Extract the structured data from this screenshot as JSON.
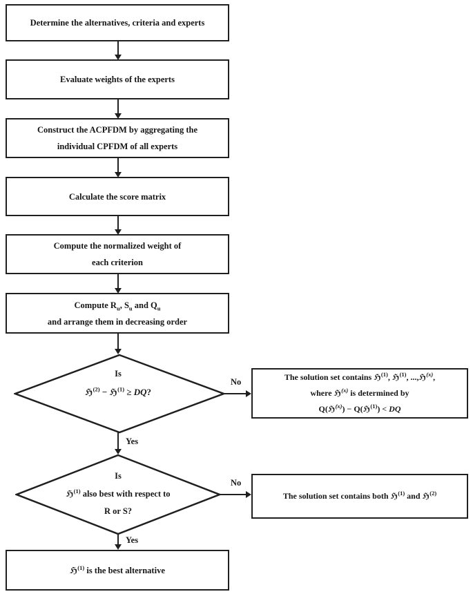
{
  "figure": {
    "title": "VIKOR-style decision flowchart",
    "colors": {
      "ink": "#1f1f1f",
      "background": "#ffffff"
    }
  },
  "steps": [
    {
      "lines": [
        "Determine the alternatives, criteria and experts"
      ]
    },
    {
      "lines": [
        "Evaluate weights of the experts"
      ]
    },
    {
      "lines": [
        "Construct the ACPFDM by aggregating the",
        "individual CPFDM of all experts"
      ]
    },
    {
      "lines": [
        "Calculate the score matrix"
      ]
    },
    {
      "lines": [
        "Compute the normalized weight of",
        "each criterion"
      ]
    }
  ],
  "step6": {
    "seg1": "Compute R",
    "sub1": "u",
    "seg2": ", S",
    "sub2": "u",
    "seg3": " and Q",
    "sub3": "u",
    "line2": "and arrange them in decreasing order"
  },
  "decision1": {
    "intro": "Is",
    "h1": "ℌ",
    "sup1": "(2)",
    "op1": " − ",
    "h2": "ℌ",
    "sup2": "(1)",
    "op2": " ≥ ",
    "dq": "DQ",
    "q": "?"
  },
  "result1": {
    "l1a": "The solution set contains ",
    "h1": "ℌ",
    "s1": "(1)",
    "c1": ", ",
    "h2": "ℌ",
    "s2": "(1)",
    "c2": ", ...,",
    "h3": "ℌ",
    "s3": "(x)",
    "c3": ",",
    "l2a": "where ",
    "h4": "ℌ",
    "s4": "(x)",
    "l2b": " is determined by",
    "l3a": "Q(",
    "h5": "ℌ",
    "s5": "(x)",
    "l3b": ") − Q(",
    "h6": "ℌ",
    "s6": "(1)",
    "l3c": ") < ",
    "l3d": "DQ"
  },
  "decision2": {
    "intro": "Is",
    "h1": "ℌ",
    "s1": "(1)",
    "rest": " also best with respect to",
    "line3": "R or S?"
  },
  "result2": {
    "a": "The solution set contains both ",
    "h1": "ℌ",
    "s1": "(1)",
    "b": " and ",
    "h2": "ℌ",
    "s2": "(2)"
  },
  "final_step": {
    "h": "ℌ",
    "s": "(1)",
    "text": " is the best alternative"
  },
  "edge_labels": {
    "no1": "No",
    "yes1": "Yes",
    "no2": "No",
    "yes2": "Yes"
  }
}
